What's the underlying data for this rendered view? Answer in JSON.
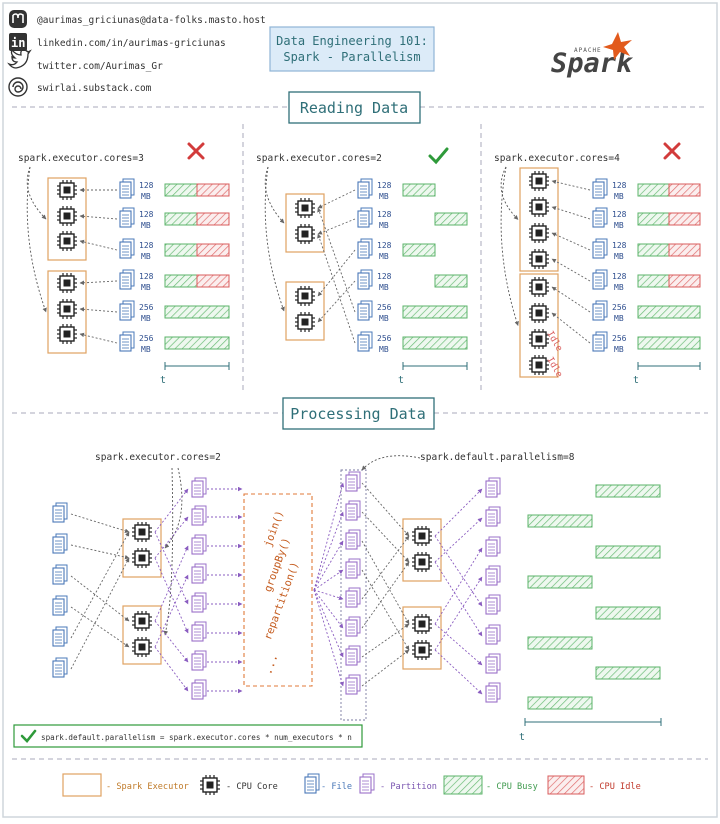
{
  "header": {
    "socials": [
      {
        "icon": "mastodon-icon",
        "text": "@aurimas_griciunas@data-folks.masto.host"
      },
      {
        "icon": "linkedin-icon",
        "text": "linkedin.com/in/aurimas-griciunas"
      },
      {
        "icon": "twitter-icon",
        "text": "twitter.com/Aurimas_Gr"
      },
      {
        "icon": "substack-swirl-icon",
        "text": "swirlai.substack.com"
      }
    ],
    "title_line1": "Data Engineering 101:",
    "title_line2": "Spark - Parallelism",
    "logo_small": "APACHE",
    "logo_text": "Spark"
  },
  "reading": {
    "heading": "Reading Data",
    "axis_label": "t",
    "panels": [
      {
        "config": "spark.executor.cores=3",
        "verdict": "bad",
        "files": [
          "128 MB",
          "128 MB",
          "128 MB",
          "128 MB",
          "256 MB",
          "256 MB"
        ],
        "idle_labels": []
      },
      {
        "config": "spark.executor.cores=2",
        "verdict": "good",
        "files": [
          "128 MB",
          "128 MB",
          "128 MB",
          "128 MB",
          "256 MB",
          "256 MB"
        ],
        "idle_labels": []
      },
      {
        "config": "spark.executor.cores=4",
        "verdict": "bad",
        "files": [
          "128 MB",
          "128 MB",
          "128 MB",
          "128 MB",
          "256 MB",
          "256 MB"
        ],
        "idle_labels": [
          "Idle",
          "Idle"
        ]
      }
    ]
  },
  "processing": {
    "heading": "Processing Data",
    "config_cores": "spark.executor.cores=2",
    "config_parallelism": "spark.default.parallelism=8",
    "ops": [
      "join()",
      "groupBy()",
      "repartition()",
      "..."
    ],
    "axis_label": "t",
    "formula": "spark.default.parallelism = spark.executor.cores * num_executors * n"
  },
  "legend": {
    "executor": "- Spark Executor",
    "core": "- CPU Core",
    "file": "- File",
    "partition": "- Partition",
    "busy": "- CPU Busy",
    "idle": "- CPU Idle"
  },
  "colors": {
    "executor": "#e0a262",
    "busy": "#5bb36a",
    "idle": "#d95c5c",
    "file": "#4a78b8",
    "partition": "#9a70c8",
    "heading": "#2f6f78",
    "check": "#2e9a3a",
    "cross": "#d23b3b"
  }
}
